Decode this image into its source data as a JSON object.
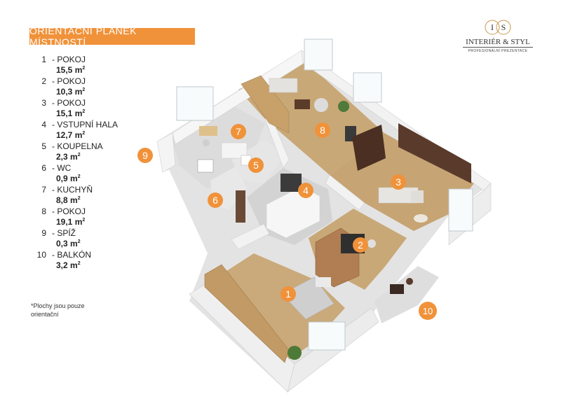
{
  "header": {
    "title": "ORIENTAČNÍ PLÁNEK MÍSTNOSTÍ"
  },
  "logo": {
    "monogram_left": "I",
    "monogram_right": "S",
    "name": "INTERIÉR & STYL",
    "subtitle": "PROFESIONÁLNÍ PREZENTACE"
  },
  "legend": [
    {
      "num": "1",
      "name": "- POKOJ",
      "area": "15,5 m",
      "unit_sup": "2"
    },
    {
      "num": "2",
      "name": "- POKOJ",
      "area": "10,3 m",
      "unit_sup": "2"
    },
    {
      "num": "3",
      "name": "- POKOJ",
      "area": "15,1 m",
      "unit_sup": "2"
    },
    {
      "num": "4",
      "name": "- VSTUPNÍ HALA",
      "area": "12,7 m",
      "unit_sup": "2"
    },
    {
      "num": "5",
      "name": "- KOUPELNA",
      "area": "2,3 m",
      "unit_sup": "2"
    },
    {
      "num": "6",
      "name": "- WC",
      "area": "0,9 m",
      "unit_sup": "2"
    },
    {
      "num": "7",
      "name": "- KUCHYŇ",
      "area": "8,8 m",
      "unit_sup": "2"
    },
    {
      "num": "8",
      "name": "- POKOJ",
      "area": "19,1 m",
      "unit_sup": "2"
    },
    {
      "num": "9",
      "name": "- SPÍŽ",
      "area": "0,3 m",
      "unit_sup": "2"
    },
    {
      "num": "10",
      "name": "- BALKÓN",
      "area": "3,2 m",
      "unit_sup": "2"
    }
  ],
  "footnote": "*Plochy jsou pouze orientační",
  "badges": [
    "1",
    "2",
    "3",
    "4",
    "5",
    "6",
    "7",
    "8",
    "9",
    "10"
  ],
  "colors": {
    "accent": "#f0923a",
    "wall": "#efefef",
    "floor_wood": "#c9a877",
    "floor_tile": "#d7d7d7"
  }
}
